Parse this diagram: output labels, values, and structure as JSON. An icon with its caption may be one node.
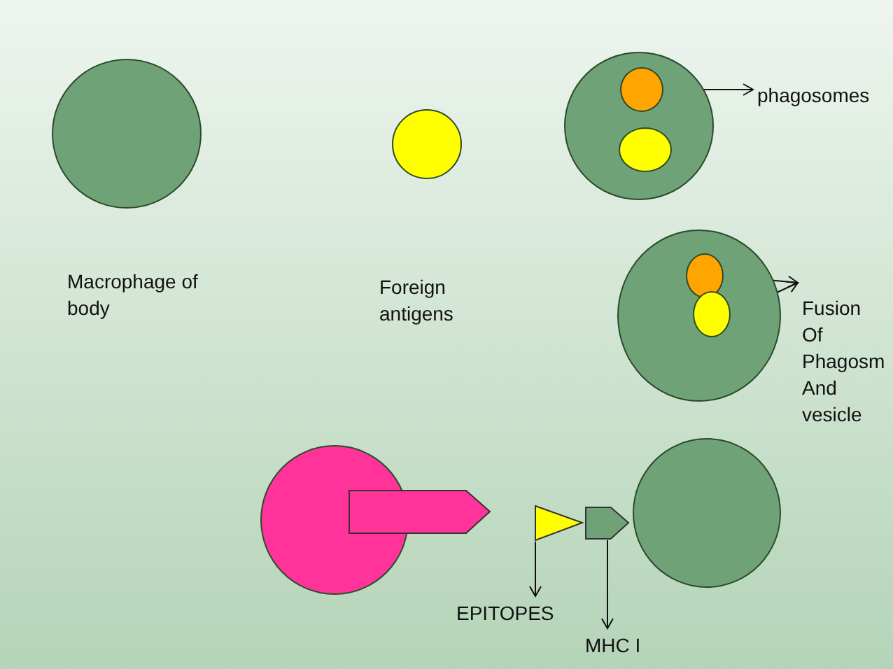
{
  "diagram": {
    "nodes": [
      {
        "text": [],
        "shape": "circle"
      },
      {
        "text": [],
        "shape": "circle"
      },
      {
        "text": [],
        "shape": "circle"
      },
      {
        "text": [],
        "shape": "circle",
        "in": 2
      },
      {
        "text": [],
        "shape": "circle",
        "in": 2
      },
      {
        "text": [
          "phagosomes"
        ]
      },
      {
        "text": [],
        "shape": "circle"
      },
      {
        "text": [],
        "shape": "circle",
        "in": 6
      },
      {
        "text": [],
        "shape": "circle",
        "in": 6
      },
      {
        "text": [
          "Fusion Of Phagosm And vesicle"
        ]
      },
      {
        "text": [],
        "shape": "circle"
      },
      {
        "text": [],
        "shape": "pentagon"
      },
      {
        "text": [],
        "shape": "triangle"
      },
      {
        "text": [],
        "shape": "pentagon"
      },
      {
        "text": [],
        "shape": "circle"
      },
      {
        "text": [
          "EPITOPES"
        ]
      },
      {
        "text": [
          "MHC I"
        ]
      }
    ],
    "edges": [
      {
        "from": 3,
        "to": 5,
        "arrow": "to"
      },
      {
        "from": 7,
        "to": 9,
        "arrow": "to"
      },
      {
        "from": 8,
        "to": 9,
        "arrow": "to"
      },
      {
        "from": 12,
        "to": 15,
        "arrow": "to"
      },
      {
        "from": 13,
        "to": 16,
        "arrow": "to"
      }
    ],
    "labels": [
      "Macrophage of body",
      "Foreign antigens"
    ]
  }
}
